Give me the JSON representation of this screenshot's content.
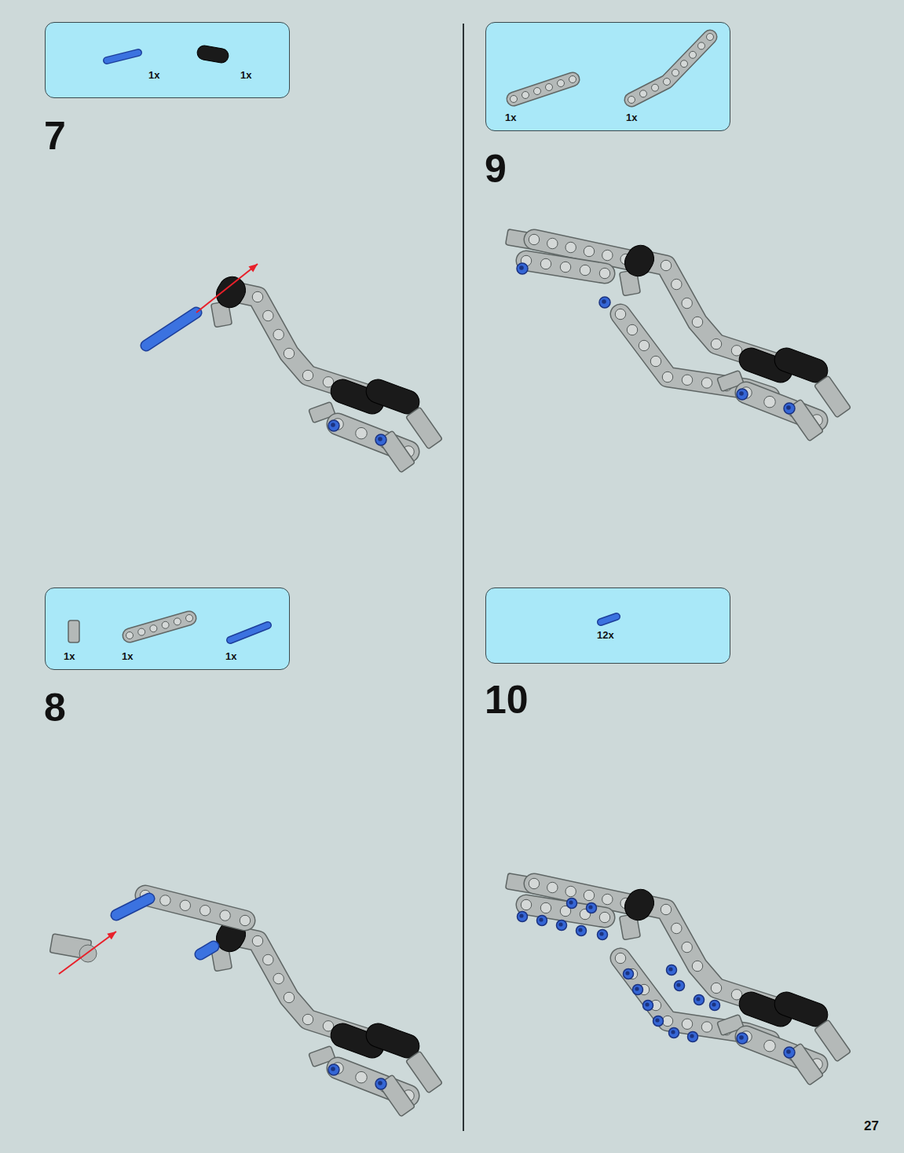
{
  "diagram": {
    "nodes": [
      {
        "text": [
          "1x",
          "1x"
        ]
      },
      {
        "text": [
          "1x",
          "1x"
        ]
      },
      {
        "text": [
          "1x",
          "1x",
          "1x"
        ]
      },
      {
        "text": [
          "12x"
        ]
      }
    ],
    "labels": [
      "7",
      "9",
      "8",
      "10",
      "27"
    ]
  }
}
